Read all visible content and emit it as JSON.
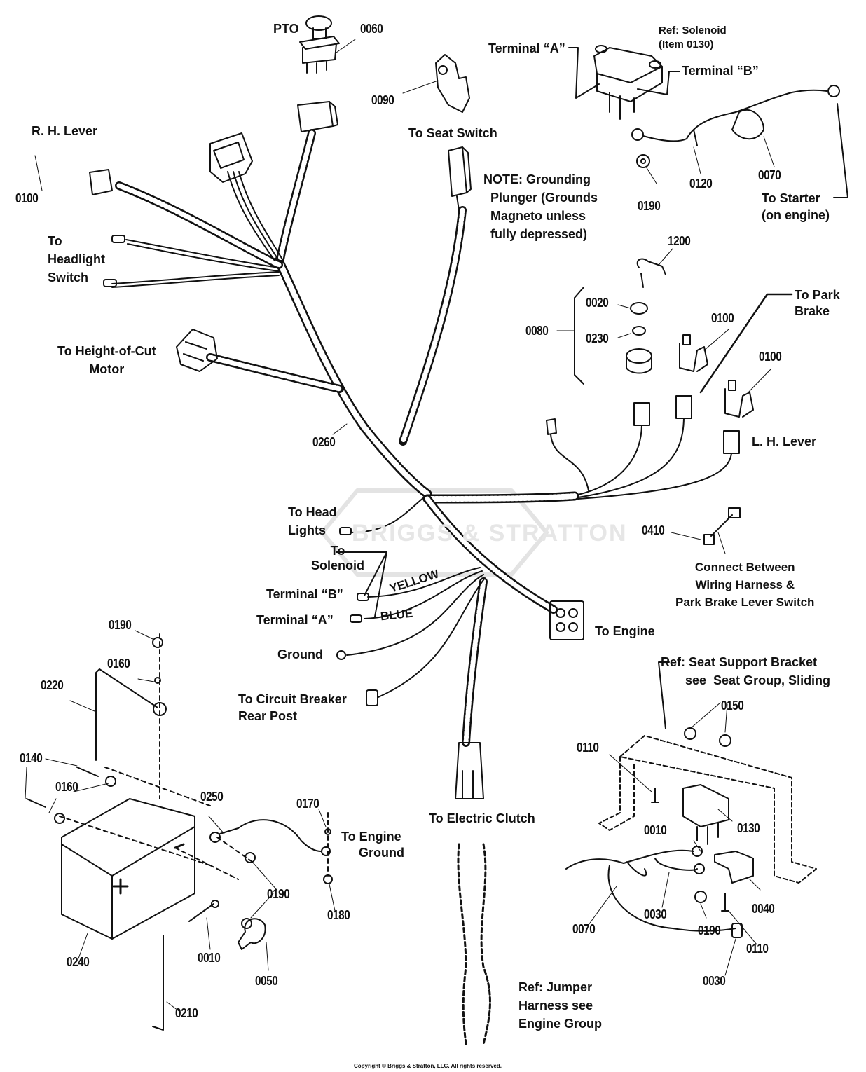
{
  "diagram": {
    "type": "exploded parts diagram",
    "subject": "Wiring harness, battery and solenoid assembly",
    "watermark": "BRIGGS & STRATTON",
    "copyright": "Copyright © Briggs & Stratton, LLC. All rights reserved."
  },
  "callouts": {
    "pto_label": "PTO",
    "pto_num": "0060",
    "rh_lever": "R. H. Lever",
    "rh_num": "0100",
    "seat_switch_num": "0090",
    "to_seat_switch": "To Seat Switch",
    "note": "NOTE: Grounding\n  Plunger (Grounds\n  Magneto unless\n  fully depressed)",
    "headlight_switch": "To\nHeadlight\nSwitch",
    "terminal_a_top": "Terminal “A”",
    "terminal_b_top": "Terminal “B”",
    "ref_solenoid": "Ref: Solenoid\n(Item 0130)",
    "num_0190_top": "0190",
    "num_0120": "0120",
    "num_0070_top": "0070",
    "to_starter": "To Starter\n(on engine)",
    "num_1200": "1200",
    "num_0020": "0020",
    "num_0080": "0080",
    "num_0230": "0230",
    "num_0100_a": "0100",
    "num_0100_b": "0100",
    "to_park_brake": "To Park\nBrake",
    "lh_lever": "L. H. Lever",
    "height_of_cut": "To Height-of-Cut\nMotor",
    "num_0260": "0260",
    "to_head_lights": "To Head\nLights",
    "to_solenoid": "To\nSolenoid",
    "terminal_b": "Terminal “B”",
    "terminal_a": "Terminal “A”",
    "yellow": "YELLOW",
    "blue": "BLUE",
    "ground": "Ground",
    "circuit_breaker": "To Circuit Breaker\nRear Post",
    "num_0410": "0410",
    "connect_between": "Connect Between\nWiring Harness &\nPark Brake Lever Switch",
    "to_engine": "To Engine",
    "ref_seat_bracket": "Ref: Seat Support Bracket\n       see  Seat Group, Sliding",
    "num_0150": "0150",
    "num_0110_top": "0110",
    "num_0130": "0130",
    "num_0010_right": "0010",
    "num_0040": "0040",
    "num_0070_bottom": "0070",
    "num_0030_mid": "0030",
    "num_0190_right": "0190",
    "num_0110_bottom": "0110",
    "num_0030_bottom": "0030",
    "to_electric_clutch": "To  Electric  Clutch",
    "ref_jumper": "Ref: Jumper\nHarness see\nEngine Group",
    "num_0190_batt": "0190",
    "num_0160_top": "0160",
    "num_0220": "0220",
    "num_0140": "0140",
    "num_0160_bottom": "0160",
    "num_0250": "0250",
    "num_0170": "0170",
    "to_engine_ground": "To Engine\n     Ground",
    "num_0190_low": "0190",
    "num_0180": "0180",
    "num_0240": "0240",
    "num_0010_batt": "0010",
    "num_0050": "0050",
    "num_0210": "0210"
  }
}
